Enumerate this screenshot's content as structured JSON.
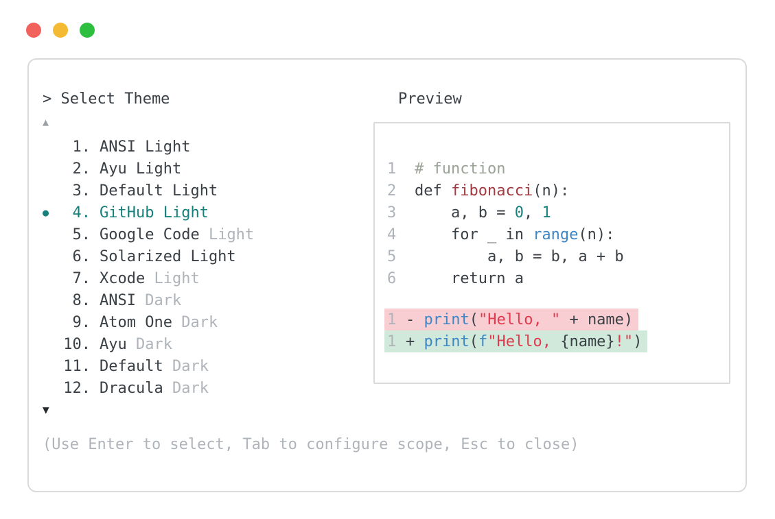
{
  "window": {
    "traffic_lights": [
      {
        "name": "close-button",
        "color": "#f2625c"
      },
      {
        "name": "minimize-button",
        "color": "#f5ba33"
      },
      {
        "name": "zoom-button",
        "color": "#2ebf40"
      }
    ],
    "prompt": "> Select Theme",
    "scroll_up": "▲",
    "scroll_down": "▼",
    "hint": "(Use Enter to select, Tab to configure scope, Esc to close)"
  },
  "theme_list": {
    "bullet": "●",
    "selected_index": 3,
    "items": [
      {
        "number": "1.",
        "name": "ANSI Light",
        "muted": "",
        "selected": false
      },
      {
        "number": "2.",
        "name": "Ayu Light",
        "muted": "",
        "selected": false
      },
      {
        "number": "3.",
        "name": "Default Light",
        "muted": "",
        "selected": false
      },
      {
        "number": "4.",
        "name": "GitHub Light",
        "muted": "",
        "selected": true
      },
      {
        "number": "5.",
        "name": "Google Code",
        "muted": "Light",
        "selected": false
      },
      {
        "number": "6.",
        "name": "Solarized Light",
        "muted": "",
        "selected": false
      },
      {
        "number": "7.",
        "name": "Xcode",
        "muted": "Light",
        "selected": false
      },
      {
        "number": "8.",
        "name": "ANSI",
        "muted": "Dark",
        "selected": false
      },
      {
        "number": "9.",
        "name": "Atom One",
        "muted": "Dark",
        "selected": false
      },
      {
        "number": "10.",
        "name": "Ayu",
        "muted": "Dark",
        "selected": false
      },
      {
        "number": "11.",
        "name": "Default",
        "muted": "Dark",
        "selected": false
      },
      {
        "number": "12.",
        "name": "Dracula",
        "muted": "Dark",
        "selected": false
      }
    ]
  },
  "preview": {
    "title": "Preview",
    "code_lines": [
      {
        "num": "1",
        "tokens": [
          {
            "t": "# function",
            "c": "comment"
          }
        ]
      },
      {
        "num": "2",
        "tokens": [
          {
            "t": "def ",
            "c": "fg"
          },
          {
            "t": "fibonacci",
            "c": "func"
          },
          {
            "t": "(n):",
            "c": "fg"
          }
        ]
      },
      {
        "num": "3",
        "tokens": [
          {
            "t": "    a, b = ",
            "c": "fg"
          },
          {
            "t": "0",
            "c": "number"
          },
          {
            "t": ", ",
            "c": "fg"
          },
          {
            "t": "1",
            "c": "number"
          }
        ]
      },
      {
        "num": "4",
        "tokens": [
          {
            "t": "    for _ in ",
            "c": "fg"
          },
          {
            "t": "range",
            "c": "builtin"
          },
          {
            "t": "(n):",
            "c": "fg"
          }
        ]
      },
      {
        "num": "5",
        "tokens": [
          {
            "t": "        a, b = b, a + b",
            "c": "fg"
          }
        ]
      },
      {
        "num": "6",
        "tokens": [
          {
            "t": "    return a",
            "c": "fg"
          }
        ]
      }
    ],
    "diff_lines": [
      {
        "num": "1",
        "kind": "removed",
        "tokens": [
          {
            "t": "- ",
            "c": "fg"
          },
          {
            "t": "print",
            "c": "builtin"
          },
          {
            "t": "(",
            "c": "fg"
          },
          {
            "t": "\"Hello, \"",
            "c": "string"
          },
          {
            "t": " + name)",
            "c": "fg"
          }
        ]
      },
      {
        "num": "1",
        "kind": "added",
        "tokens": [
          {
            "t": "+ ",
            "c": "fg"
          },
          {
            "t": "print",
            "c": "builtin"
          },
          {
            "t": "(",
            "c": "fg"
          },
          {
            "t": "f",
            "c": "builtin"
          },
          {
            "t": "\"Hello, ",
            "c": "string"
          },
          {
            "t": "{name}",
            "c": "fg"
          },
          {
            "t": "!\"",
            "c": "string"
          },
          {
            "t": ")",
            "c": "fg"
          }
        ]
      }
    ]
  },
  "colors": {
    "fg": "#3a4045",
    "muted": "#afb4ba",
    "accent": "#16807c",
    "func": "#a23a40",
    "builtin": "#3d87c6",
    "string": "#e13a4e",
    "comment": "#9aa396",
    "removed_bg": "#f9ced3",
    "added_bg": "#d0e9db",
    "border": "#d9dadb"
  }
}
